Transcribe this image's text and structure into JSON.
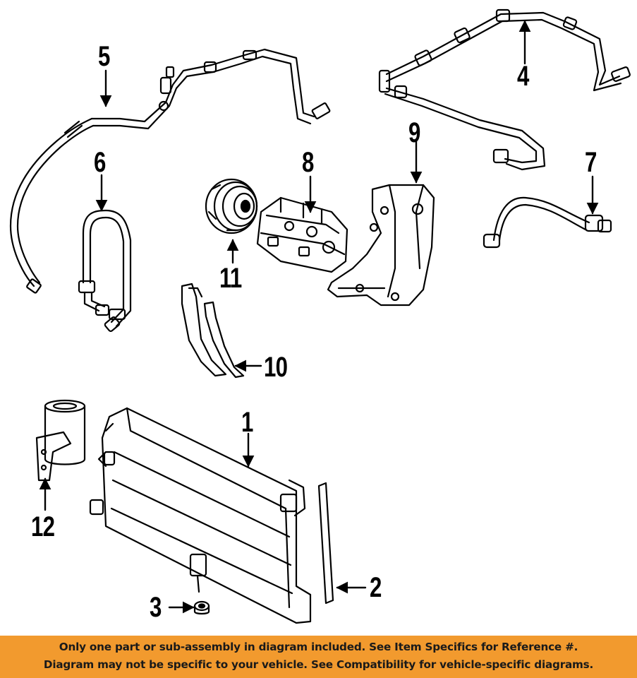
{
  "callouts": {
    "c1": "1",
    "c2": "2",
    "c3": "3",
    "c4": "4",
    "c5": "5",
    "c6": "6",
    "c7": "7",
    "c8": "8",
    "c9": "9",
    "c10": "10",
    "c11": "11",
    "c12": "12"
  },
  "disclaimer": {
    "line1": "Only one part or sub-assembly in diagram included. See Item Specifics for Reference #.",
    "line2": "Diagram may not be specific to your vehicle. See Compatibility for vehicle-specific diagrams."
  },
  "colors": {
    "banner": "#f29a2e",
    "ink": "#000000"
  }
}
